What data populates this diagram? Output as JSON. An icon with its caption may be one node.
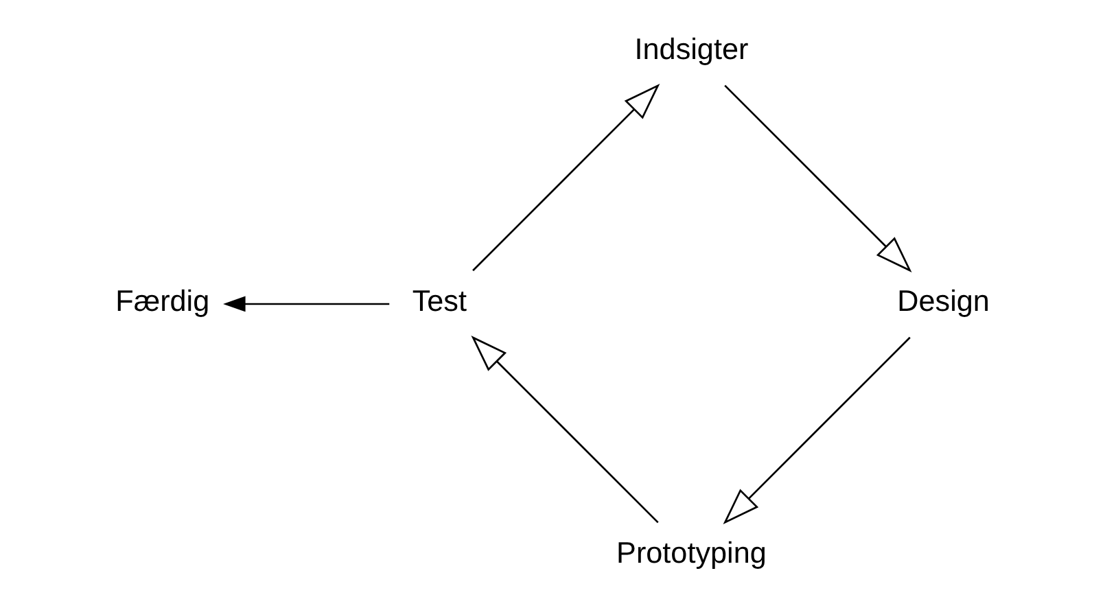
{
  "diagram": {
    "nodes": [
      {
        "text": [
          "Færdig"
        ]
      },
      {
        "text": [
          "Indsigter"
        ]
      },
      {
        "text": [
          "Design"
        ]
      },
      {
        "text": [
          "Prototyping"
        ]
      },
      {
        "text": [
          "Test"
        ]
      }
    ],
    "edges": [
      {
        "from": 1,
        "to": 2,
        "arrow": "to"
      },
      {
        "from": 2,
        "to": 3,
        "arrow": "to"
      },
      {
        "from": 3,
        "to": 4,
        "arrow": "to"
      },
      {
        "from": 4,
        "to": 1,
        "arrow": "to"
      },
      {
        "from": 4,
        "to": 0,
        "arrow": "to"
      }
    ]
  }
}
